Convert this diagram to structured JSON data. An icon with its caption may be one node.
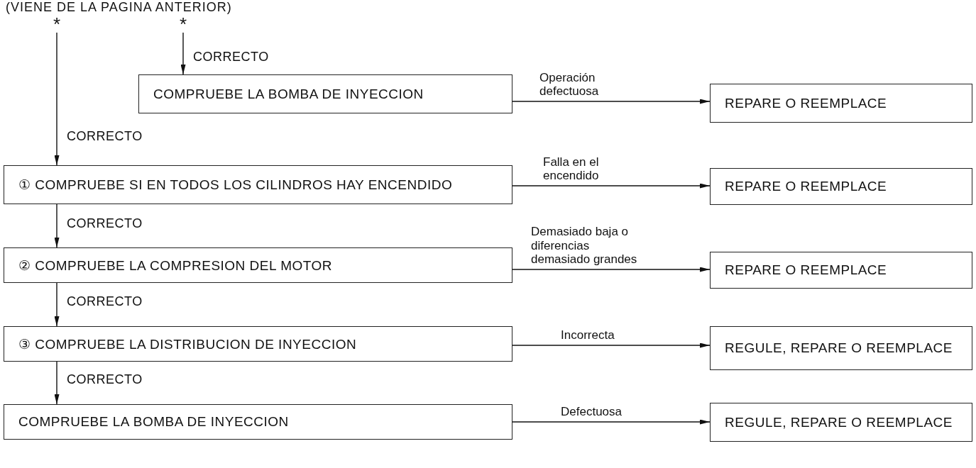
{
  "diagram": {
    "nodes": [
      {
        "text": [
          "*"
        ]
      },
      {
        "text": [
          "*"
        ]
      },
      {
        "text": [
          "COMPRUEBE LA BOMBA DE INYECCION"
        ]
      },
      {
        "text": [
          "REPARE O REEMPLACE"
        ]
      },
      {
        "text": [
          "① COMPRUEBE SI EN TODOS LOS CILINDROS HAY ENCENDIDO"
        ]
      },
      {
        "text": [
          "REPARE O REEMPLACE"
        ]
      },
      {
        "text": [
          "② COMPRUEBE LA COMPRESION DEL MOTOR"
        ]
      },
      {
        "text": [
          "REPARE O REEMPLACE"
        ]
      },
      {
        "text": [
          "③ COMPRUEBE LA DISTRIBUCION DE INYECCION"
        ]
      },
      {
        "text": [
          "REGULE, REPARE O REEMPLACE"
        ]
      },
      {
        "text": [
          "COMPRUEBE LA BOMBA DE INYECCION"
        ]
      },
      {
        "text": [
          "REGULE, REPARE O REEMPLACE"
        ]
      }
    ],
    "edges": [
      {
        "from": 0,
        "to": 4,
        "arrow": "to",
        "label": "CORRECTO"
      },
      {
        "from": 1,
        "to": 2,
        "arrow": "to",
        "label": "CORRECTO"
      },
      {
        "from": 2,
        "to": 3,
        "arrow": "to",
        "label": "Operación defectuosa"
      },
      {
        "from": 4,
        "to": 5,
        "arrow": "to",
        "label": "Falla en el encendido"
      },
      {
        "from": 4,
        "to": 6,
        "arrow": "to",
        "label": "CORRECTO"
      },
      {
        "from": 6,
        "to": 7,
        "arrow": "to",
        "label": "Demasiado baja o diferencias demasiado grandes"
      },
      {
        "from": 6,
        "to": 8,
        "arrow": "to",
        "label": "CORRECTO"
      },
      {
        "from": 8,
        "to": 9,
        "arrow": "to",
        "label": "Incorrecta"
      },
      {
        "from": 8,
        "to": 10,
        "arrow": "to",
        "label": "CORRECTO"
      },
      {
        "from": 10,
        "to": 11,
        "arrow": "to",
        "label": "Defectuosa"
      }
    ],
    "labels": [
      "(VIENE DE LA PAGINA ANTERIOR)"
    ]
  }
}
